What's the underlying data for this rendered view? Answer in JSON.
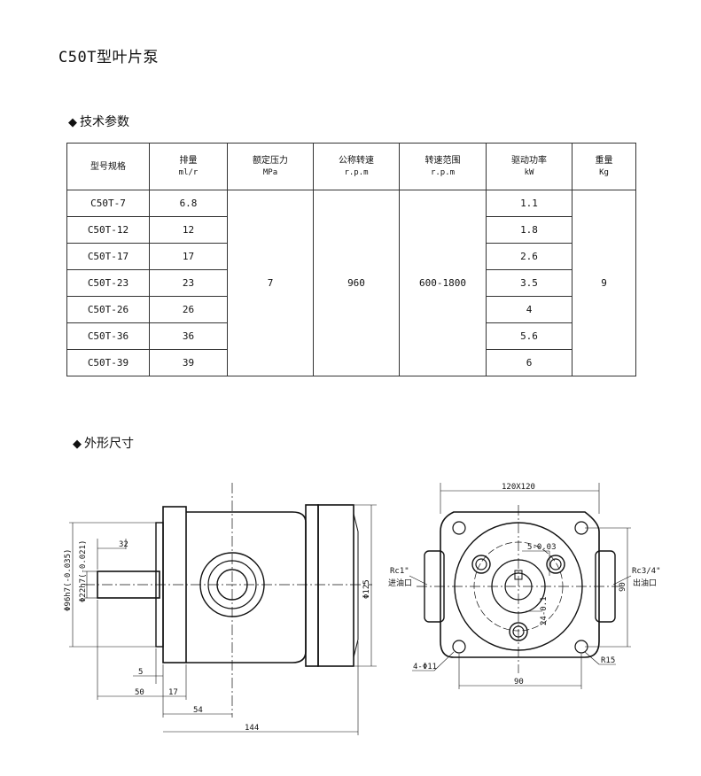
{
  "title": "C50T型叶片泵",
  "tech_section": "技术参数",
  "dim_section": "外形尺寸",
  "diamond": "◆",
  "table": {
    "headers": [
      {
        "main": "型号规格",
        "sub": ""
      },
      {
        "main": "排量",
        "sub": "ml/r"
      },
      {
        "main": "额定压力",
        "sub": "MPa"
      },
      {
        "main": "公称转速",
        "sub": "r.p.m"
      },
      {
        "main": "转速范围",
        "sub": "r.p.m"
      },
      {
        "main": "驱动功率",
        "sub": "kW"
      },
      {
        "main": "重量",
        "sub": "Kg"
      }
    ],
    "rows": [
      {
        "model": "C50T-7",
        "disp": "6.8",
        "power": "1.1"
      },
      {
        "model": "C50T-12",
        "disp": "12",
        "power": "1.8"
      },
      {
        "model": "C50T-17",
        "disp": "17",
        "power": "2.6"
      },
      {
        "model": "C50T-23",
        "disp": "23",
        "power": "3.5"
      },
      {
        "model": "C50T-26",
        "disp": "26",
        "power": "4"
      },
      {
        "model": "C50T-36",
        "disp": "36",
        "power": "5.6"
      },
      {
        "model": "C50T-39",
        "disp": "39",
        "power": "6"
      }
    ],
    "pressure": "7",
    "nominal_speed": "960",
    "speed_range": "600-1800",
    "weight": "9"
  },
  "drawing": {
    "side": {
      "dim_32": "32",
      "dim_phi22": "Φ22h7(-0.021)",
      "dim_phi96": "Φ96h7(-0.035)",
      "dim_phi125": "Φ125",
      "dim_5": "5",
      "dim_50": "50",
      "dim_17": "17",
      "dim_54": "54",
      "dim_144": "144"
    },
    "front": {
      "dim_120x120": "120X120",
      "key_5": "5-0.03",
      "key_24": "24-0.1",
      "rc1": "Rc1\"",
      "inlet": "进油口",
      "rc34": "Rc3/4\"",
      "outlet": "出油口",
      "dim_90v": "90",
      "dim_90h": "90",
      "holes": "4-Φ11",
      "r15": "R15"
    }
  }
}
